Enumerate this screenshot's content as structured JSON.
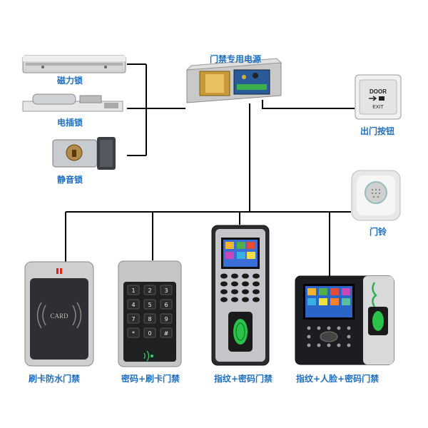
{
  "labels": {
    "power": "门禁专用电源",
    "maglock": "磁力锁",
    "bolt": "电插锁",
    "silent": "静音锁",
    "exit": "出门按钮",
    "bell": "门铃",
    "card": "刷卡防水门禁",
    "keypad": "密码+刷卡门禁",
    "finger": "指纹+密码门禁",
    "face": "指纹+人脸+密码门禁"
  },
  "device_text": {
    "exit_door": "DOOR",
    "exit_exit": "EXIT",
    "card_logo": "CARD",
    "keypad_keys": [
      "1",
      "2",
      "3",
      "4",
      "5",
      "6",
      "7",
      "8",
      "9",
      "*",
      "0",
      "#"
    ]
  },
  "colors": {
    "label": "#1f6fc0",
    "wire": "#000000"
  }
}
